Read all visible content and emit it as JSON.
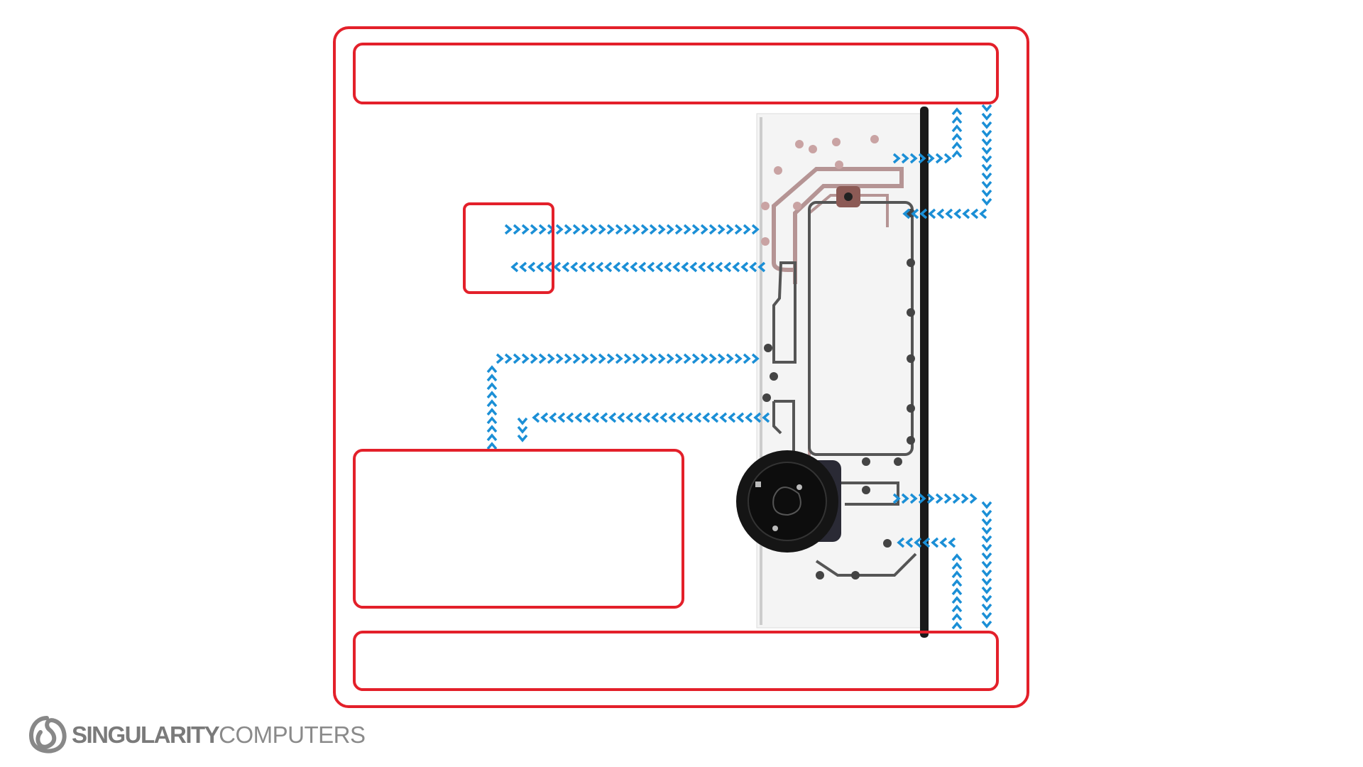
{
  "brand": {
    "name_bold": "SINGULARITY",
    "name_light": "COMPUTERS"
  },
  "colors": {
    "frame": "#e3202a",
    "flow_arrow": "#1b8fd6",
    "text": "#7a7a7a"
  },
  "diagram": {
    "boxes": [
      "outer-case",
      "top-radiator",
      "bottom-radiator",
      "cpu-block",
      "gpu-block"
    ],
    "components": [
      "distribution-plate",
      "pump",
      "mounting-bar"
    ]
  }
}
